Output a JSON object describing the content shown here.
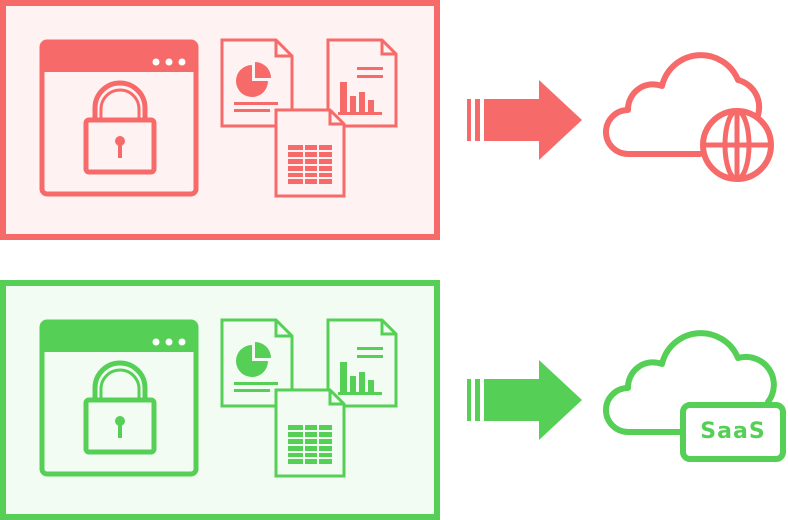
{
  "rows": [
    {
      "id": "public-cloud",
      "color": "#f76a6a",
      "fill": "#fff2f2",
      "icons": [
        "padlock-window-icon",
        "pie-chart-document-icon",
        "bar-chart-document-icon",
        "spreadsheet-document-icon",
        "arrow-right-icon",
        "cloud-globe-icon"
      ]
    },
    {
      "id": "saas",
      "color": "#55cf55",
      "fill": "#f2fcf2",
      "icons": [
        "padlock-window-icon",
        "pie-chart-document-icon",
        "bar-chart-document-icon",
        "spreadsheet-document-icon",
        "arrow-right-icon",
        "cloud-saas-icon"
      ],
      "badge_text": "SaaS"
    }
  ]
}
